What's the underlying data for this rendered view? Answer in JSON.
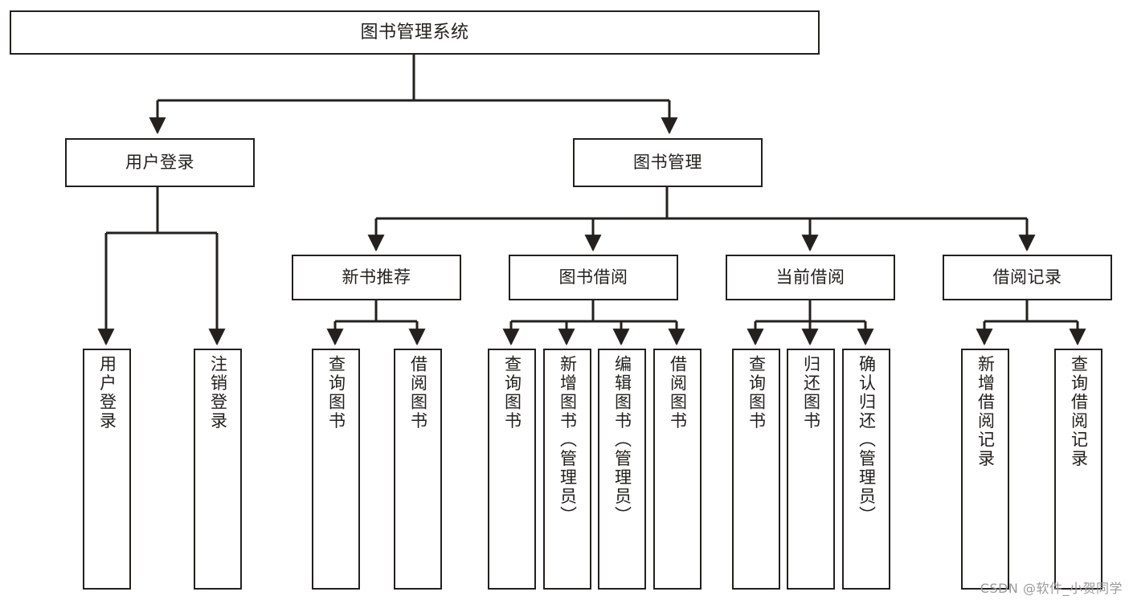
{
  "diagram": {
    "title": "图书管理系统",
    "watermark": "CSDN @软件_小贺同学",
    "line_color": "#23201d",
    "box_fill": "#ffffff",
    "text_color": "#23201d",
    "watermark_color": "#9a9a9a",
    "nodes": {
      "root": "图书管理系统",
      "level2": [
        "用户登录",
        "图书管理"
      ],
      "level3": [
        "新书推荐",
        "图书借阅",
        "当前借阅",
        "借阅记录"
      ],
      "leaves": {
        "user_login": [
          "用户登录",
          "注销登录"
        ],
        "new_book_recommend": [
          "查询图书",
          "借阅图书"
        ],
        "book_borrow": [
          "查询图书",
          "新增图书（管理员）",
          "编辑图书（管理员）",
          "借阅图书"
        ],
        "current_borrow": [
          "查询图书",
          "归还图书",
          "确认归还（管理员）"
        ],
        "borrow_record": [
          "新增借阅记录",
          "查询借阅记录"
        ]
      }
    }
  }
}
